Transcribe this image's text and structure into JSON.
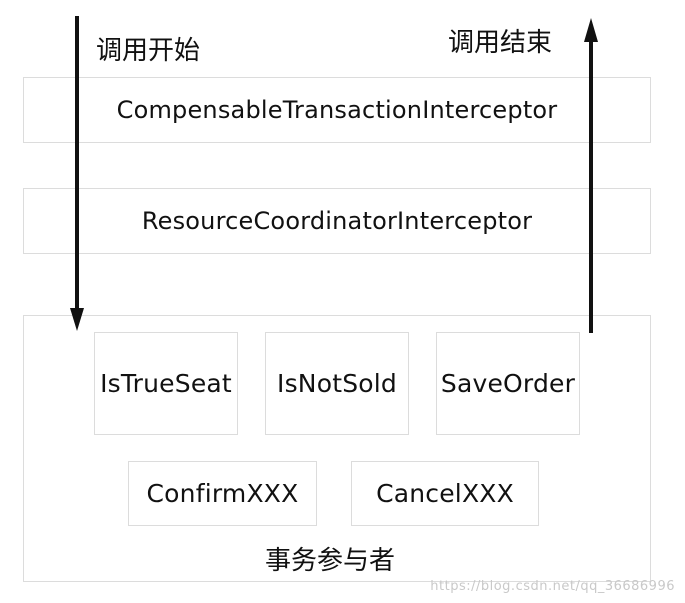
{
  "diagram": {
    "call_start": "调用开始",
    "call_end": "调用结束",
    "interceptor_1": "CompensableTransactionInterceptor",
    "interceptor_2": "ResourceCoordinatorInterceptor",
    "participants_title": "事务参与者",
    "participants": {
      "is_true_seat": "IsTrueSeat",
      "is_not_sold": "IsNotSold",
      "save_order": "SaveOrder",
      "confirm_xxx": "ConfirmXXX",
      "cancel_xxx": "CancelXXX"
    }
  },
  "watermark": "https://blog.csdn.net/qq_36686996"
}
